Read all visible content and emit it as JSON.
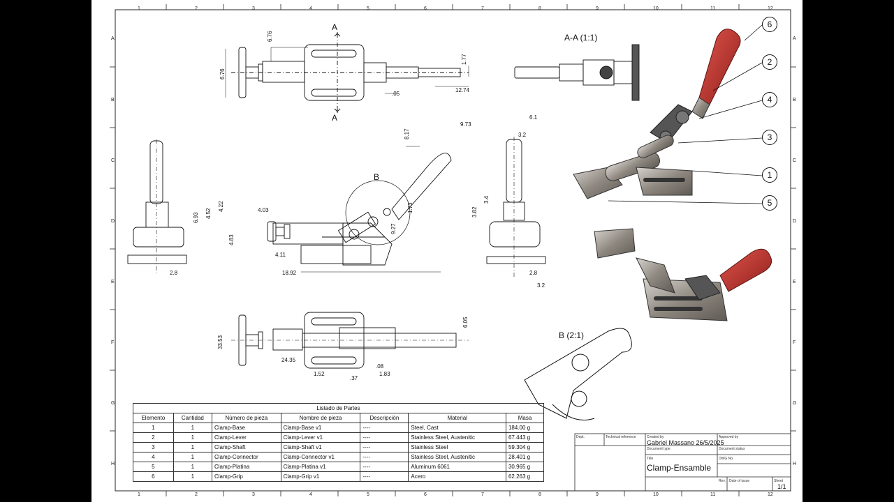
{
  "zones": {
    "columns": [
      "1",
      "2",
      "3",
      "4",
      "5",
      "6",
      "7",
      "8",
      "9",
      "10",
      "11",
      "12"
    ],
    "rows": [
      "A",
      "B",
      "C",
      "D",
      "E",
      "F",
      "G",
      "H"
    ]
  },
  "views": {
    "section_aa_label": "A-A (1:1)",
    "detail_b_label": "B (2:1)",
    "section_mark_top": "A",
    "section_mark_bottom": "A",
    "detail_mark": "B"
  },
  "dimensions": {
    "top": [
      "6.76",
      "6.76",
      "1.77",
      "12.74",
      ".05"
    ],
    "front": [
      "8.17",
      "9.73",
      "1.73",
      "9.27",
      "4.03",
      "4.22",
      "4.52",
      "6.93",
      "4.83",
      "4.11",
      "18.92"
    ],
    "left": [
      "2.8"
    ],
    "right": [
      "6.1",
      "3.2",
      "3.4",
      "3.82",
      "2.8",
      "3.2"
    ],
    "bottom": [
      "6.05",
      "33.53",
      "24.35",
      "1.52",
      ".37",
      ".08",
      "1.83"
    ]
  },
  "balloons": [
    "6",
    "2",
    "4",
    "3",
    "1",
    "5"
  ],
  "parts_list": {
    "title": "Listado de Partes",
    "headers": [
      "Elemento",
      "Cantidad",
      "Número de pieza",
      "Nombre de pieza",
      "Descripción",
      "Material",
      "Masa"
    ],
    "rows": [
      [
        "1",
        "1",
        "Clamp-Base",
        "Clamp-Base v1",
        "----",
        "Steel, Cast",
        "184.00 g"
      ],
      [
        "2",
        "1",
        "Clamp-Lever",
        "Clamp-Lever v1",
        "----",
        "Stainless Steel, Austenitic",
        "67.443 g"
      ],
      [
        "3",
        "1",
        "Clamp-Shaft",
        "Clamp-Shaft v1",
        "----",
        "Stainless Steel",
        "59.304 g"
      ],
      [
        "4",
        "1",
        "Clamp-Connector",
        "Clamp-Connector v1",
        "----",
        "Stainless Steel, Austenitic",
        "28.401 g"
      ],
      [
        "5",
        "1",
        "Clamp-Platina",
        "Clamp-Platina v1",
        "----",
        "Aluminum 6061",
        "30.965 g"
      ],
      [
        "6",
        "1",
        "Clamp-Grip",
        "Clamp-Grip v1",
        "----",
        "Acero",
        "62.263 g"
      ]
    ]
  },
  "title_block": {
    "dept_label": "Dept.",
    "tech_ref_label": "Technical reference",
    "created_by_label": "Created by",
    "created_by": "Gabriel Massano 26/5/2025",
    "approved_by_label": "Approved by",
    "doc_type_label": "Document type",
    "doc_status_label": "Document status",
    "title_label": "Title",
    "title": "Clamp-Ensamble",
    "dwg_no_label": "DWG No.",
    "rev_label": "Rev.",
    "date_issue_label": "Date of issue",
    "sheet_label": "Sheet",
    "sheet": "1/1"
  },
  "colors": {
    "grip": "#c8322d",
    "metal": "#9a948c",
    "line": "#111111"
  }
}
